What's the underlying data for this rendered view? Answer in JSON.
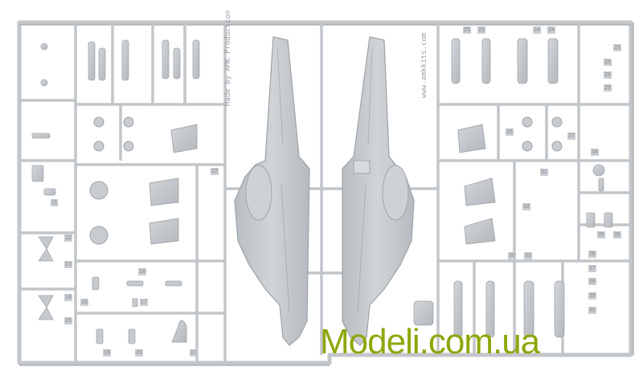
{
  "image": {
    "background_color": "#ffffff",
    "plastic_color": "#c4c8cc",
    "shadow_color": "#9ea3a8"
  },
  "sprue_texts": {
    "brand_vertical": "Made by AMK Production",
    "site_vertical": "www.amkkits.com"
  },
  "watermark": {
    "text": "Modeli.com.ua",
    "color": "#8fa60b"
  },
  "part_numbers": {
    "top_right": [
      "25",
      "23",
      "24",
      "24",
      "26"
    ],
    "right_column": [
      "28",
      "28",
      "29",
      "25",
      "27",
      "34",
      "31",
      "32",
      "35",
      "35",
      "30",
      "33",
      "36",
      "37",
      "38",
      "39",
      "40"
    ],
    "left_column": [
      "11",
      "12",
      "13",
      "14",
      "15",
      "16",
      "17",
      "18",
      "19",
      "20",
      "21",
      "22"
    ]
  }
}
